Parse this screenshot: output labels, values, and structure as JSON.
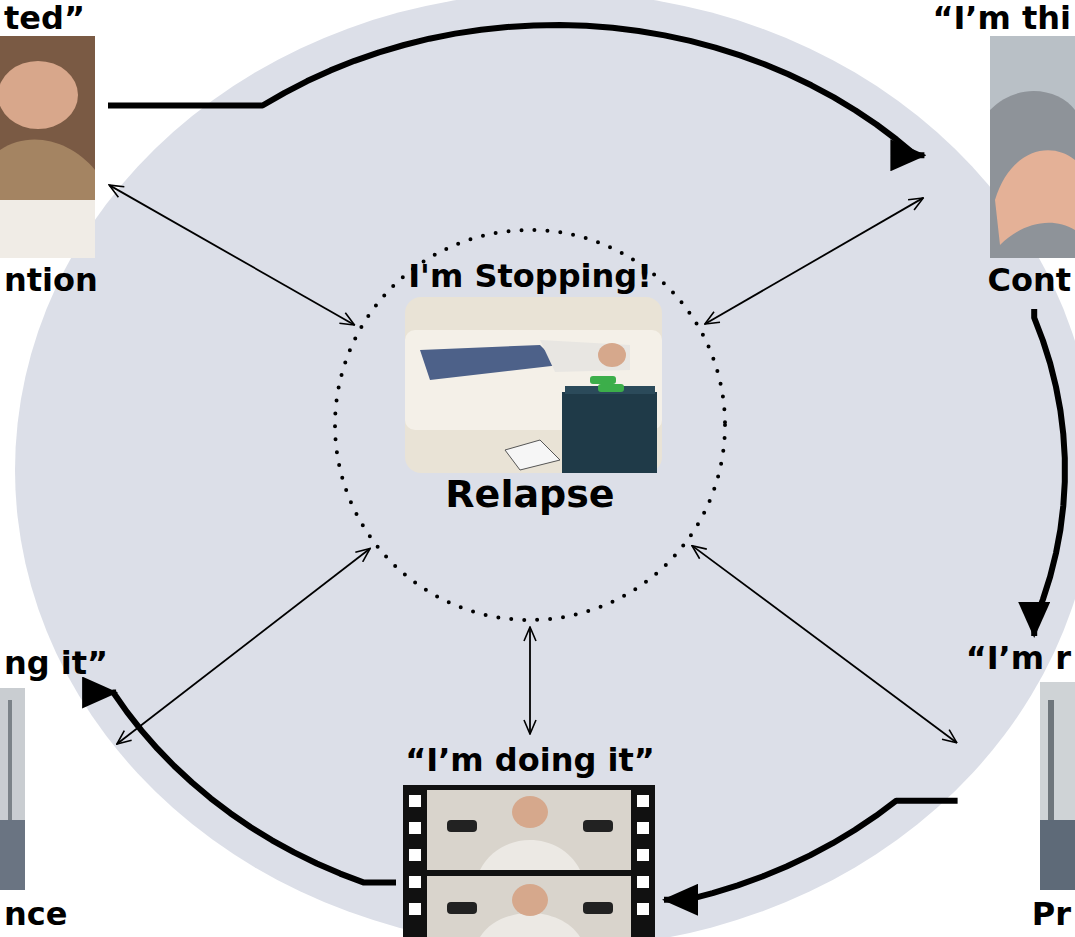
{
  "diagram": {
    "nodes": [
      {
        "text": [
          "ted”",
          "ntion"
        ]
      },
      {
        "text": [
          "“I’m thi",
          "Cont"
        ]
      },
      {
        "text": [
          "“I’m r",
          "Pr"
        ]
      },
      {
        "text": [
          "“I’m doing it”"
        ]
      },
      {
        "text": [
          "ng it”",
          "nce"
        ]
      },
      {
        "text": [
          "I'm Stopping!",
          "Relapse"
        ]
      }
    ],
    "edges": [
      {
        "from": 0,
        "to": 1,
        "arrow": "to"
      },
      {
        "from": 1,
        "to": 2,
        "arrow": "to"
      },
      {
        "from": 2,
        "to": 3,
        "arrow": "to"
      },
      {
        "from": 3,
        "to": 4,
        "arrow": "to"
      },
      {
        "from": 5,
        "to": 0,
        "arrow": "both"
      },
      {
        "from": 5,
        "to": 1,
        "arrow": "both"
      },
      {
        "from": 5,
        "to": 2,
        "arrow": "both"
      },
      {
        "from": 5,
        "to": 3,
        "arrow": "both"
      },
      {
        "from": 5,
        "to": 4,
        "arrow": "both"
      }
    ]
  }
}
